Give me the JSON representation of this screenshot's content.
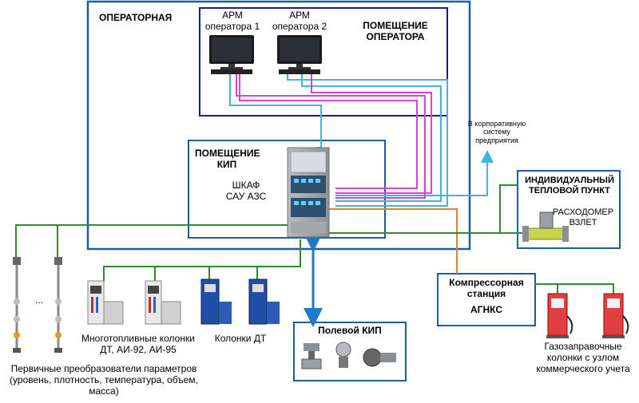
{
  "operator_room": {
    "title": "ОПЕРАТОРНАЯ"
  },
  "operator_office": {
    "title_line1": "ПОМЕЩЕНИЕ",
    "title_line2": "ОПЕРАТОРА"
  },
  "workstations": [
    {
      "line1": "АРМ",
      "line2": "оператора 1"
    },
    {
      "line1": "АРМ",
      "line2": "оператора 2"
    }
  ],
  "kip_room": {
    "title_line1": "ПОМЕЩЕНИЕ",
    "title_line2": "КИП"
  },
  "cabinet": {
    "line1": "ШКАФ",
    "line2": "САУ АЗС"
  },
  "corporate_note": {
    "line1": "В корпоративную",
    "line2": "систему",
    "line3": "предприятия"
  },
  "heat_point": {
    "title_line1": "ИНДИВИДУАЛЬНЫЙ",
    "title_line2": "ТЕПЛОВОЙ ПУНКТ",
    "meter_line1": "РАСХОДОМЕР",
    "meter_line2": "ВЗЛЕТ"
  },
  "compressor": {
    "line1": "Компрессорная",
    "line2": "станция",
    "line3": "АГНКС"
  },
  "field_kip": {
    "title": "Полевой КИП"
  },
  "dispensers_multi": {
    "line1": "Многотопливные колонки",
    "line2": "ДТ, АИ-92, АИ-95"
  },
  "dispensers_diesel": {
    "label": "Колонки ДТ"
  },
  "gas_dispensers": {
    "line1": "Газозаправочные",
    "line2": "колонки с узлом",
    "line3": "коммерческого учета"
  },
  "sensors": {
    "ellipsis": "...",
    "line1": "Первичные преобразователи параметров",
    "line2": "(уровень, плотность, температура, объем,",
    "line3": "масса)"
  },
  "colors": {
    "frame_blue": "#1b5fa3",
    "office_navy": "#1a1a8c",
    "cyan_link": "#3fb4e0",
    "magenta_link": "#e040d0",
    "green_link": "#2e8b2e",
    "orange_link": "#e8802a",
    "arrow_blue": "#1f78c8"
  }
}
